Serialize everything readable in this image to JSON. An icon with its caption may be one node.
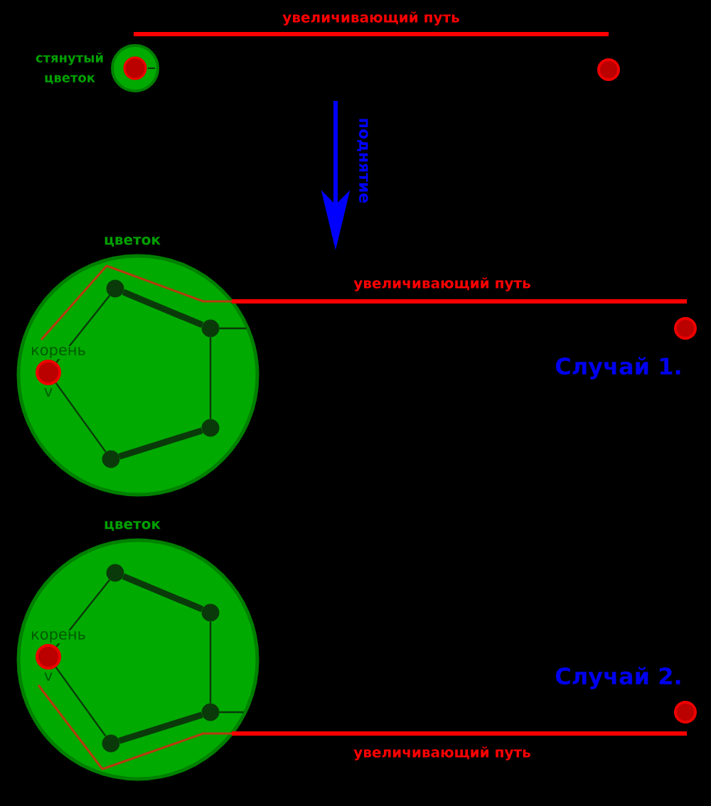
{
  "diagram": {
    "nodes": [
      {
        "text": [],
        "shape": "circle",
        "beside": [
          "стянутый цветок"
        ]
      },
      {
        "text": [],
        "shape": "circle"
      },
      {
        "text": [
          "цветок"
        ]
      },
      {
        "text": [],
        "shape": "circle",
        "in": 2,
        "beside": [
          "корень",
          "v"
        ]
      },
      {
        "text": [],
        "shape": "circle",
        "in": 2
      },
      {
        "text": [],
        "shape": "circle",
        "in": 2
      },
      {
        "text": [],
        "shape": "circle",
        "in": 2
      },
      {
        "text": [],
        "shape": "circle",
        "in": 2
      },
      {
        "text": [],
        "shape": "circle"
      },
      {
        "text": [
          "цветок"
        ]
      },
      {
        "text": [],
        "shape": "circle",
        "in": 9,
        "beside": [
          "корень",
          "v"
        ]
      },
      {
        "text": [],
        "shape": "circle",
        "in": 9
      },
      {
        "text": [],
        "shape": "circle",
        "in": 9
      },
      {
        "text": [],
        "shape": "circle",
        "in": 9
      },
      {
        "text": [],
        "shape": "circle",
        "in": 9
      },
      {
        "text": [],
        "shape": "circle"
      }
    ],
    "edges": [
      {
        "from": 3,
        "to": 4,
        "arrow": "none"
      },
      {
        "from": 4,
        "to": 5,
        "arrow": "none",
        "style": "thick"
      },
      {
        "from": 5,
        "to": 6,
        "arrow": "none"
      },
      {
        "from": 6,
        "to": 7,
        "arrow": "none",
        "style": "thick"
      },
      {
        "from": 7,
        "to": 3,
        "arrow": "none"
      },
      {
        "from": 5,
        "to": null,
        "arrow": "none"
      },
      {
        "from": 10,
        "to": 11,
        "arrow": "none"
      },
      {
        "from": 11,
        "to": 12,
        "arrow": "none",
        "style": "thick"
      },
      {
        "from": 12,
        "to": 13,
        "arrow": "none"
      },
      {
        "from": 13,
        "to": 14,
        "arrow": "none",
        "style": "thick"
      },
      {
        "from": 14,
        "to": 10,
        "arrow": "none"
      },
      {
        "from": 13,
        "to": null,
        "arrow": "none"
      }
    ],
    "labels": [
      "увеличивающий путь",
      "поднятие",
      "увеличивающий путь",
      "Случай 1.",
      "Случай 2.",
      "увеличивающий путь"
    ]
  }
}
